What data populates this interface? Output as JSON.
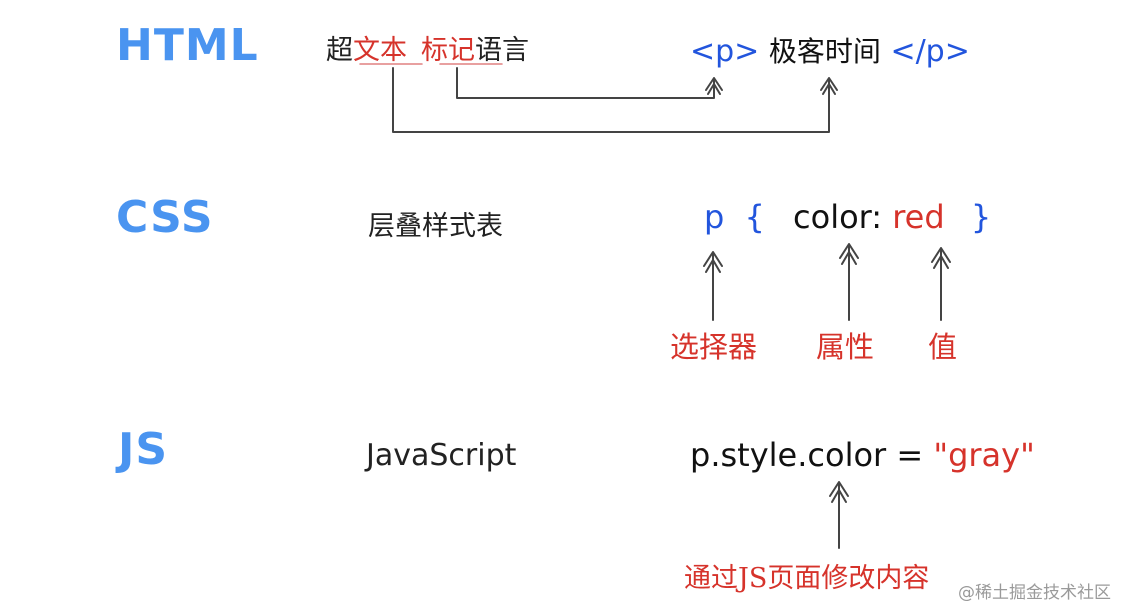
{
  "html_row": {
    "heading": "HTML",
    "term_pre": "超",
    "term_red1": "文本",
    "term_red2": "标记",
    "term_post": "语言",
    "code_open": "<p>",
    "code_text": "极客时间",
    "code_close": "</p>"
  },
  "css_row": {
    "heading": "CSS",
    "term": "层叠样式表",
    "code_selector": "p",
    "code_brace_open": "{",
    "code_property": "color:",
    "code_value": "red",
    "code_brace_close": "}",
    "label_selector": "选择器",
    "label_property": "属性",
    "label_value": "值"
  },
  "js_row": {
    "heading": "JS",
    "term": "JavaScript",
    "code_main": "p.style.color = ",
    "code_string": "\"gray\"",
    "label": "通过JS页面修改内容"
  },
  "watermark": "@稀土掘金技术社区",
  "colors": {
    "heading": "#4a94f0",
    "code_blue": "#2255dd",
    "accent_red": "#d6332b",
    "arrow": "#444444"
  }
}
